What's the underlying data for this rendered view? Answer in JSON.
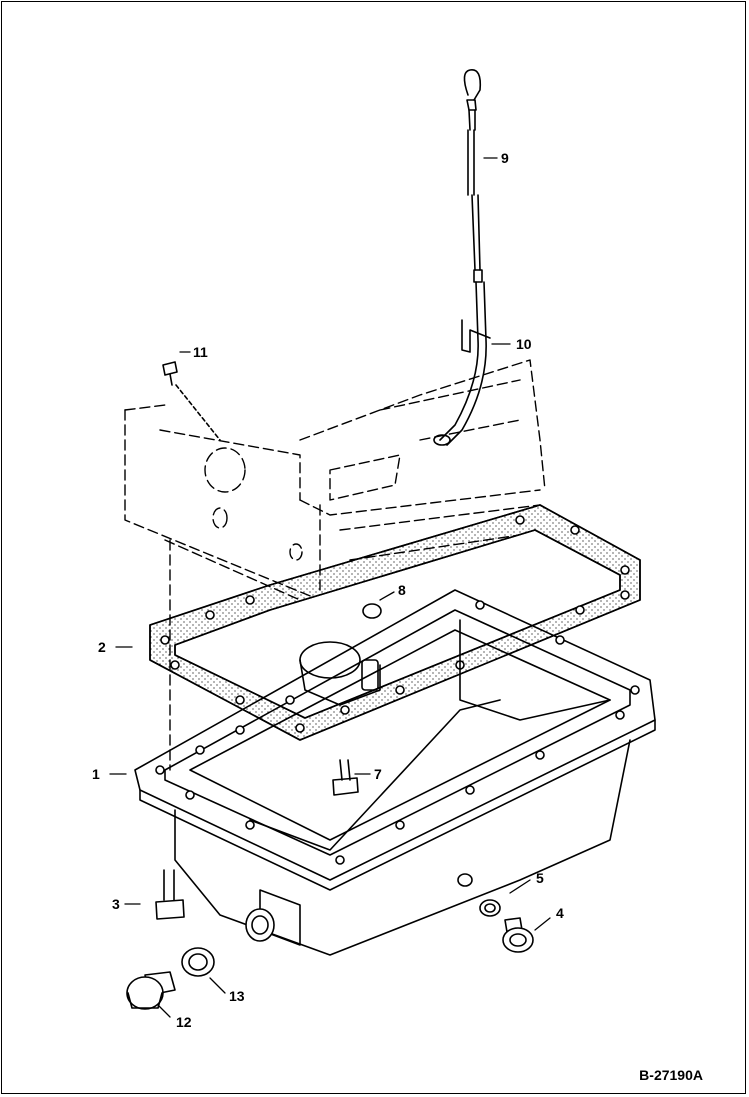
{
  "diagram": {
    "figure_id": "B-27190A",
    "callouts": {
      "c1": "1",
      "c2": "2",
      "c3": "3",
      "c4": "4",
      "c5": "5",
      "c6": "12",
      "c7": "7",
      "c8": "8",
      "c9": "9",
      "c10": "10",
      "c11": "11",
      "c12": "12",
      "c13": "13"
    }
  }
}
